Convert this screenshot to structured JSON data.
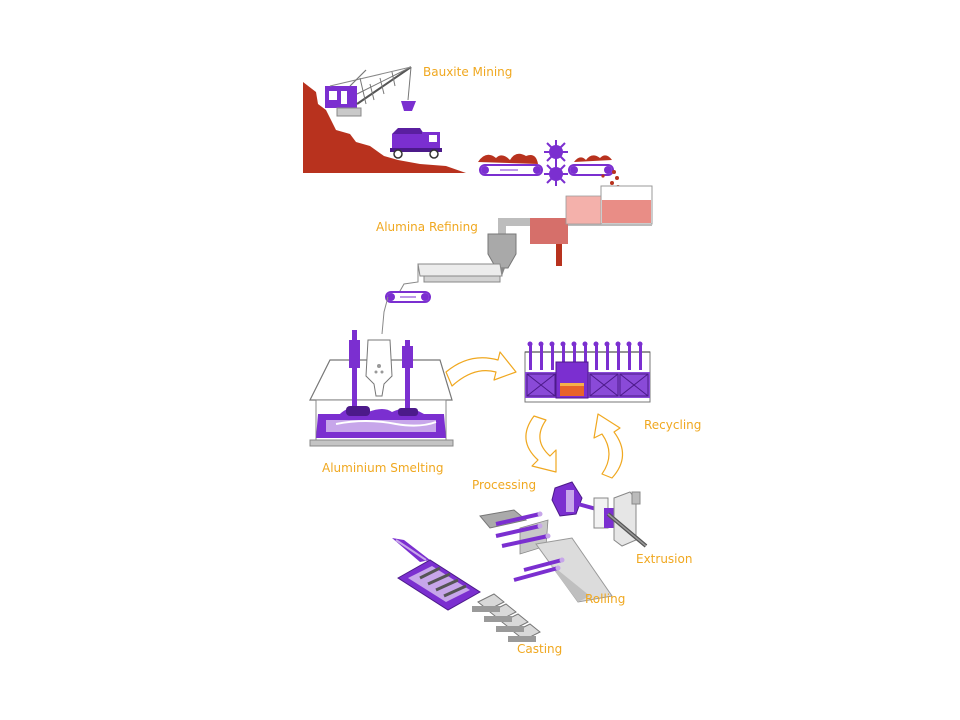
{
  "colors": {
    "label": "#f0a820",
    "purple": "#7b2fd0",
    "light_purple": "#c7a6ea",
    "bauxite_red": "#b8321e",
    "alumina_pink": "#e98d86",
    "grey": "#9a9a9a",
    "arrow_outline": "#f0a820"
  },
  "stages": {
    "bauxite_mining": "Bauxite Mining",
    "alumina_refining": "Alumina Refining",
    "aluminium_smelting": "Aluminium Smelting",
    "recycling": "Recycling",
    "processing": "Processing",
    "extrusion": "Extrusion",
    "rolling": "Rolling",
    "casting": "Casting"
  },
  "icons": [
    "dragline-excavator-icon",
    "dump-truck-icon",
    "conveyor-crusher-icon",
    "refinery-tank-icon",
    "hopper-icon",
    "smelting-pot-icon",
    "remelt-furnace-icon",
    "extrusion-press-icon",
    "rolling-mill-icon",
    "casting-mould-icon",
    "cycle-arrow-icon"
  ]
}
